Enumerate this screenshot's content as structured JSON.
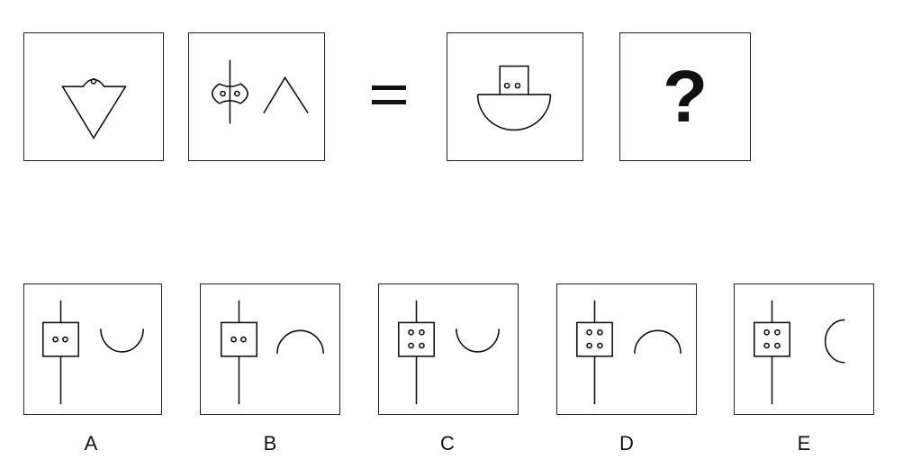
{
  "question": {
    "equals_sign": "=",
    "unknown_mark": "?",
    "panels": [
      {
        "name": "bird-triangle-figure",
        "icon": "bird-triangle-icon"
      },
      {
        "name": "lens-caret-figure",
        "icon": "lens-and-caret-icon"
      },
      {
        "name": "boat-figure",
        "icon": "boat-icon"
      }
    ]
  },
  "options": [
    {
      "label": "A",
      "icon": "two-dot-square-with-cup-icon"
    },
    {
      "label": "B",
      "icon": "two-dot-square-with-arch-icon"
    },
    {
      "label": "C",
      "icon": "four-dot-square-with-cup-icon"
    },
    {
      "label": "D",
      "icon": "four-dot-square-with-arch-icon"
    },
    {
      "label": "E",
      "icon": "four-dot-square-with-left-arc-icon"
    }
  ],
  "colors": {
    "stroke": "#111111",
    "border": "#222222",
    "background": "#ffffff"
  }
}
